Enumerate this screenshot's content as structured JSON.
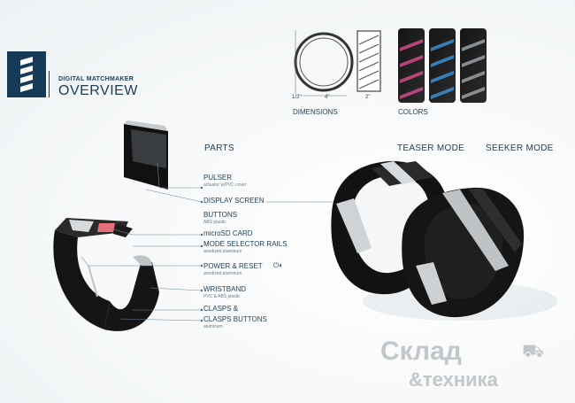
{
  "header": {
    "subtitle": "DIGITAL MATCHMAKER",
    "title": "OVERVIEW"
  },
  "dimensions": {
    "values": [
      "1/3\"",
      "4\"",
      "2\""
    ],
    "label": "DIMENSIONS"
  },
  "colors": {
    "label": "COLORS",
    "swatches": [
      "#d24a8c",
      "#3a8fd2",
      "#9aa0a6"
    ]
  },
  "parts": {
    "heading": "PARTS",
    "items": [
      {
        "label": "PULSER",
        "detail": "actuator w/PVC cover"
      },
      {
        "label": "DISPLAY SCREEN",
        "detail": ""
      },
      {
        "label": "BUTTONS",
        "detail": "ABS plastic"
      },
      {
        "label": "microSD CARD",
        "detail": ""
      },
      {
        "label": "MODE SELECTOR RAILS",
        "detail": "anodized aluminum"
      },
      {
        "label": "POWER & RESET",
        "detail": "anodized aluminum"
      },
      {
        "label": "WRISTBAND",
        "detail": "PVC & ABS plastic"
      },
      {
        "label": "CLASPS &",
        "detail": ""
      },
      {
        "label": "CLASPS BUTTONS",
        "detail": "aluminum"
      }
    ]
  },
  "modes": {
    "teaser": "TEASER MODE",
    "seeker": "SEEKER MODE"
  },
  "watermark": {
    "line1": "Склад",
    "line2": "&техника"
  }
}
